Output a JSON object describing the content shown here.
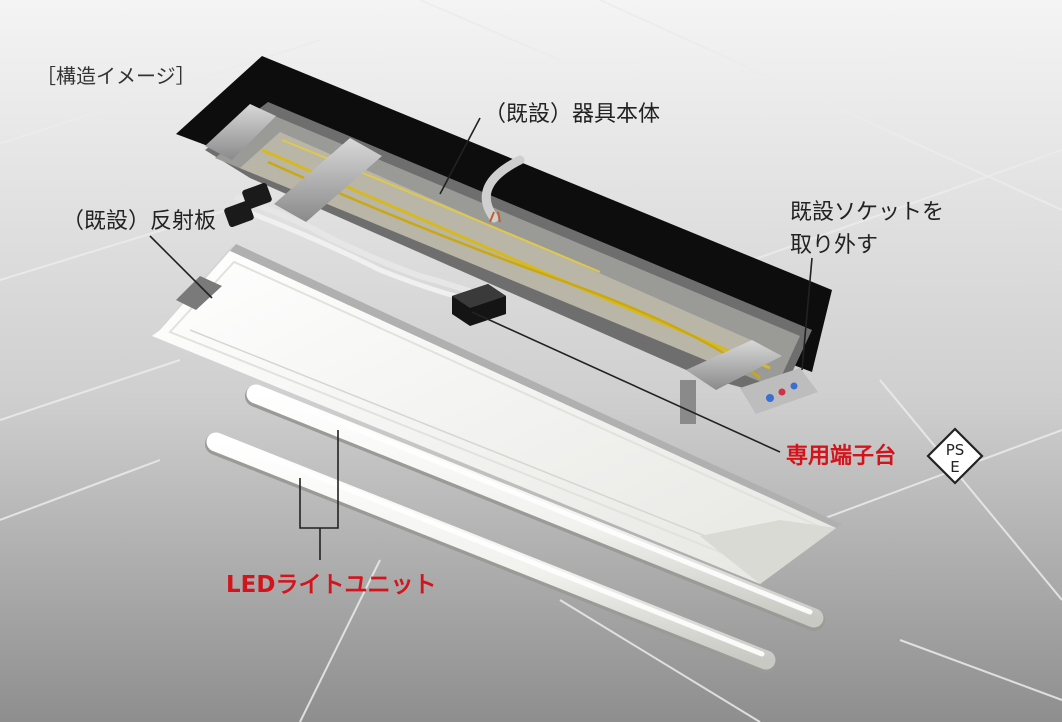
{
  "labels": {
    "title": "［構造イメージ］",
    "fixture_body": "（既設）器具本体",
    "reflector": "（既設）反射板",
    "socket_line1": "既設ソケットを",
    "socket_line2": "取り外す",
    "terminal_block": "専用端子台",
    "led_unit": "LEDライトユニット"
  },
  "pse_mark": {
    "top": "PS",
    "bottom": "E"
  },
  "colors": {
    "accent_red": "#d4141c",
    "label_dark": "#222222",
    "ceiling_grid": "#e6e6e6",
    "background_top": "#f2f2f2",
    "background_bottom": "#8e8e8e"
  }
}
